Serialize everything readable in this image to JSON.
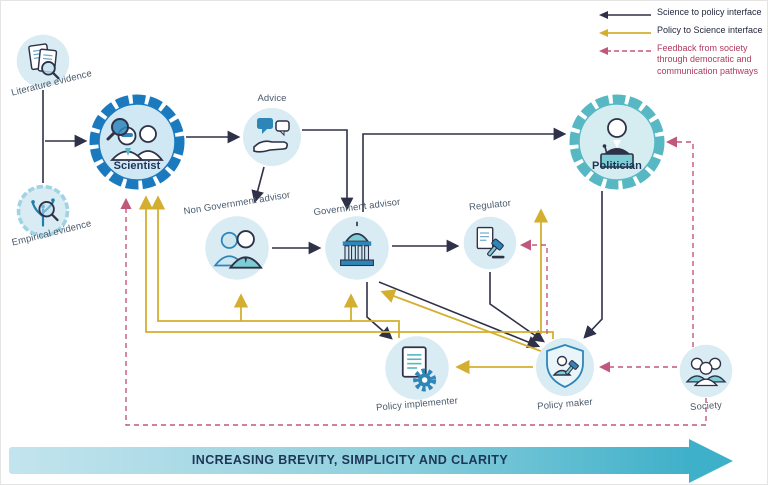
{
  "title": "Science-policy interface diagram",
  "legend": {
    "items": [
      {
        "id": "science-to-policy",
        "label": "Science to policy interface",
        "color": "#2e3148",
        "style": "solid"
      },
      {
        "id": "policy-to-science",
        "label": "Policy to Science interface",
        "color": "#d4af2f",
        "style": "solid"
      },
      {
        "id": "society-feedback",
        "label": "Feedback from society through democratic and communication pathways",
        "color": "#c2577d",
        "style": "dashed"
      }
    ]
  },
  "nodes": [
    {
      "id": "literature-evidence",
      "label": "Literature evidence"
    },
    {
      "id": "empirical-evidence",
      "label": "Empirical evidence"
    },
    {
      "id": "scientist",
      "label": "Scientist"
    },
    {
      "id": "advice",
      "label": "Advice"
    },
    {
      "id": "non-government-advisor",
      "label": "Non Government advisor"
    },
    {
      "id": "government-advisor",
      "label": "Government advisor"
    },
    {
      "id": "regulator",
      "label": "Regulator"
    },
    {
      "id": "politician",
      "label": "Politician"
    },
    {
      "id": "policy-implementer",
      "label": "Policy implementer"
    },
    {
      "id": "policy-maker",
      "label": "Policy maker"
    },
    {
      "id": "society",
      "label": "Society"
    }
  ],
  "banner": {
    "text": "INCREASING BREVITY, SIMPLICITY AND CLARITY"
  },
  "colors": {
    "node_fill": "#d9ebf3",
    "science_arrow": "#2e3148",
    "policy_arrow": "#d4af2f",
    "feedback_arrow": "#c2577d",
    "scientist_ring": "#1b79be",
    "politician_ring": "#57b8c4",
    "banner_start": "#c3e4ee",
    "banner_end": "#3fb0c9",
    "label_text": "#4a5a6c",
    "title_text": "#1d3557"
  }
}
